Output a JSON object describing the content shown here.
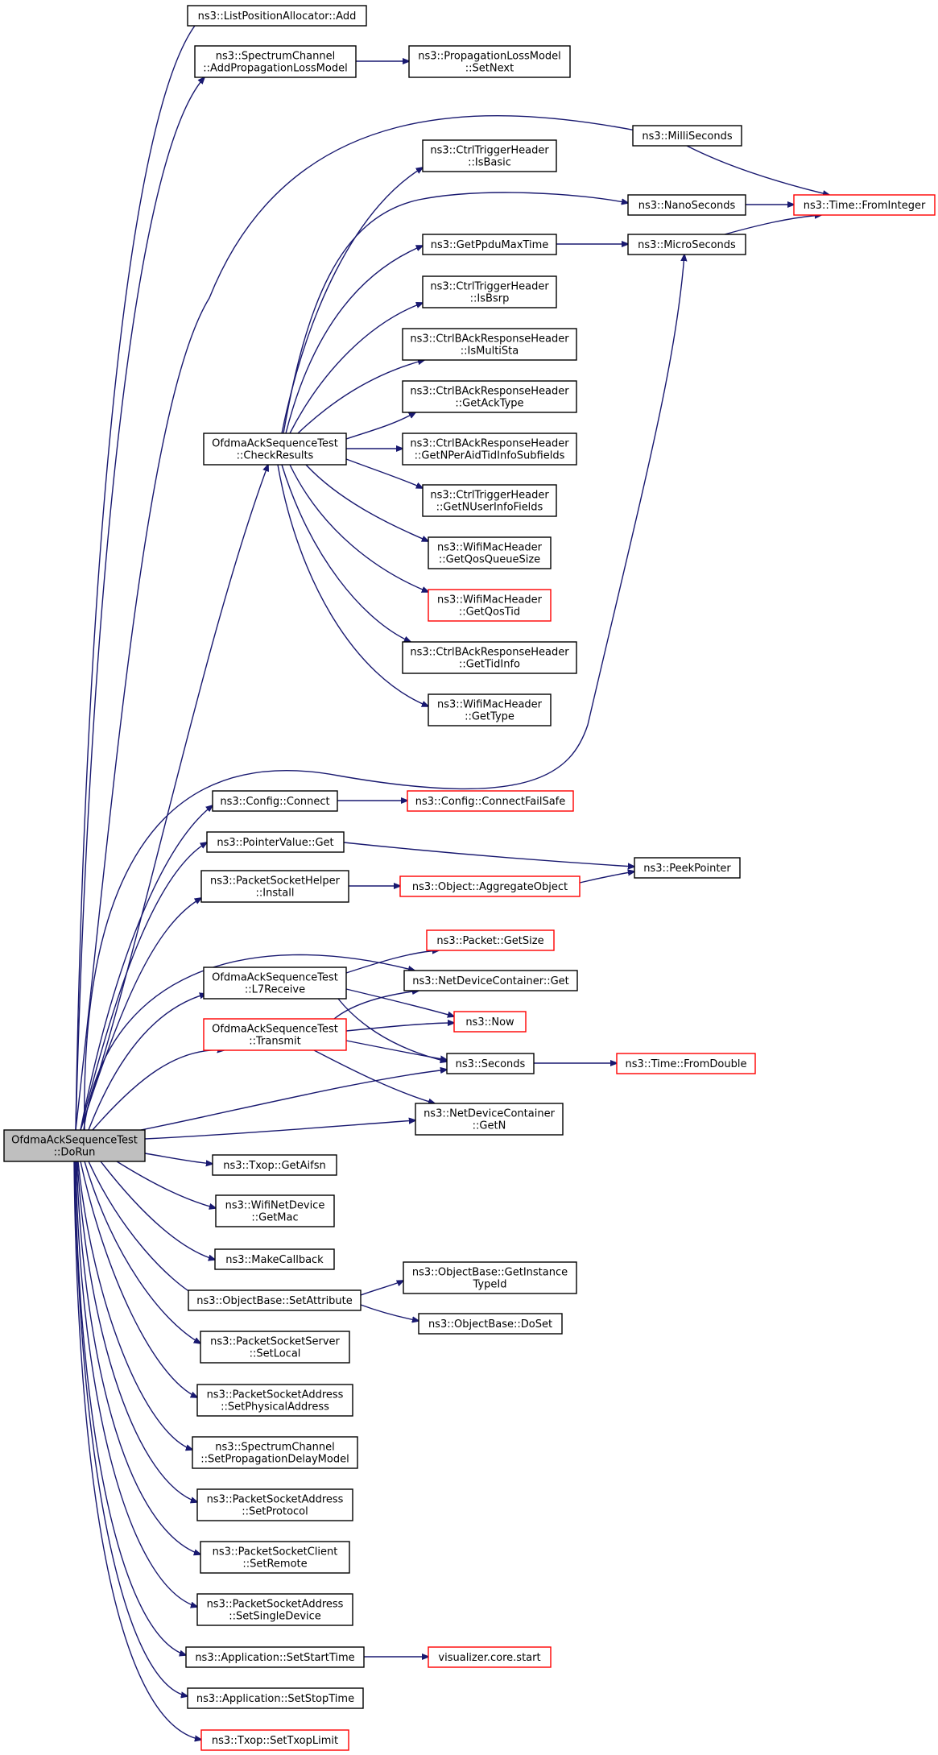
{
  "colors": {
    "edge": "#191970",
    "border": "#000000",
    "border_red": "#ff0000",
    "root_fill": "#bfbfbf",
    "node_fill": "#ffffff"
  },
  "nodes": [
    {
      "id": "root",
      "lines": [
        "OfdmaAckSequenceTest",
        "::DoRun"
      ],
      "style": "root"
    },
    {
      "id": "lpa",
      "lines": [
        "ns3::ListPositionAllocator::Add"
      ]
    },
    {
      "id": "scapl",
      "lines": [
        "ns3::SpectrumChannel",
        "::AddPropagationLossModel"
      ]
    },
    {
      "id": "plsn",
      "lines": [
        "ns3::PropagationLossModel",
        "::SetNext"
      ]
    },
    {
      "id": "milli",
      "lines": [
        "ns3::MilliSeconds"
      ]
    },
    {
      "id": "fromint",
      "lines": [
        "ns3::Time::FromInteger"
      ],
      "style": "red"
    },
    {
      "id": "isbasic",
      "lines": [
        "ns3::CtrlTriggerHeader",
        "::IsBasic"
      ]
    },
    {
      "id": "nano",
      "lines": [
        "ns3::NanoSeconds"
      ]
    },
    {
      "id": "ppdu",
      "lines": [
        "ns3::GetPpduMaxTime"
      ]
    },
    {
      "id": "micro",
      "lines": [
        "ns3::MicroSeconds"
      ]
    },
    {
      "id": "isbsrp",
      "lines": [
        "ns3::CtrlTriggerHeader",
        "::IsBsrp"
      ]
    },
    {
      "id": "ismulti",
      "lines": [
        "ns3::CtrlBAckResponseHeader",
        "::IsMultiSta"
      ]
    },
    {
      "id": "getack",
      "lines": [
        "ns3::CtrlBAckResponseHeader",
        "::GetAckType"
      ]
    },
    {
      "id": "check",
      "lines": [
        "OfdmaAckSequenceTest",
        "::CheckResults"
      ]
    },
    {
      "id": "nper",
      "lines": [
        "ns3::CtrlBAckResponseHeader",
        "::GetNPerAidTidInfoSubfields"
      ]
    },
    {
      "id": "nuser",
      "lines": [
        "ns3::CtrlTriggerHeader",
        "::GetNUserInfoFields"
      ]
    },
    {
      "id": "qsize",
      "lines": [
        "ns3::WifiMacHeader",
        "::GetQosQueueSize"
      ]
    },
    {
      "id": "qtid",
      "lines": [
        "ns3::WifiMacHeader",
        "::GetQosTid"
      ],
      "style": "red"
    },
    {
      "id": "tidinfo",
      "lines": [
        "ns3::CtrlBAckResponseHeader",
        "::GetTidInfo"
      ]
    },
    {
      "id": "gettype",
      "lines": [
        "ns3::WifiMacHeader",
        "::GetType"
      ]
    },
    {
      "id": "connect",
      "lines": [
        "ns3::Config::Connect"
      ]
    },
    {
      "id": "cfs",
      "lines": [
        "ns3::Config::ConnectFailSafe"
      ],
      "style": "red"
    },
    {
      "id": "pvget",
      "lines": [
        "ns3::PointerValue::Get"
      ]
    },
    {
      "id": "peek",
      "lines": [
        "ns3::PeekPointer"
      ]
    },
    {
      "id": "psh",
      "lines": [
        "ns3::PacketSocketHelper",
        "::Install"
      ]
    },
    {
      "id": "agg",
      "lines": [
        "ns3::Object::AggregateObject"
      ],
      "style": "red"
    },
    {
      "id": "psize",
      "lines": [
        "ns3::Packet::GetSize"
      ],
      "style": "red"
    },
    {
      "id": "l7",
      "lines": [
        "OfdmaAckSequenceTest",
        "::L7Receive"
      ]
    },
    {
      "id": "ndcget",
      "lines": [
        "ns3::NetDeviceContainer::Get"
      ]
    },
    {
      "id": "transmit",
      "lines": [
        "OfdmaAckSequenceTest",
        "::Transmit"
      ],
      "style": "red"
    },
    {
      "id": "now",
      "lines": [
        "ns3::Now"
      ],
      "style": "red"
    },
    {
      "id": "seconds",
      "lines": [
        "ns3::Seconds"
      ]
    },
    {
      "id": "fromdbl",
      "lines": [
        "ns3::Time::FromDouble"
      ],
      "style": "red"
    },
    {
      "id": "ndcn",
      "lines": [
        "ns3::NetDeviceContainer",
        "::GetN"
      ]
    },
    {
      "id": "aifsn",
      "lines": [
        "ns3::Txop::GetAifsn"
      ]
    },
    {
      "id": "getmac",
      "lines": [
        "ns3::WifiNetDevice",
        "::GetMac"
      ]
    },
    {
      "id": "mkcb",
      "lines": [
        "ns3::MakeCallback"
      ]
    },
    {
      "id": "setattr",
      "lines": [
        "ns3::ObjectBase::SetAttribute"
      ]
    },
    {
      "id": "getinst",
      "lines": [
        "ns3::ObjectBase::GetInstance",
        "TypeId"
      ]
    },
    {
      "id": "doset",
      "lines": [
        "ns3::ObjectBase::DoSet"
      ]
    },
    {
      "id": "pss",
      "lines": [
        "ns3::PacketSocketServer",
        "::SetLocal"
      ]
    },
    {
      "id": "psaphys",
      "lines": [
        "ns3::PacketSocketAddress",
        "::SetPhysicalAddress"
      ]
    },
    {
      "id": "scdelay",
      "lines": [
        "ns3::SpectrumChannel",
        "::SetPropagationDelayModel"
      ]
    },
    {
      "id": "psaproto",
      "lines": [
        "ns3::PacketSocketAddress",
        "::SetProtocol"
      ]
    },
    {
      "id": "pscremote",
      "lines": [
        "ns3::PacketSocketClient",
        "::SetRemote"
      ]
    },
    {
      "id": "psasingle",
      "lines": [
        "ns3::PacketSocketAddress",
        "::SetSingleDevice"
      ]
    },
    {
      "id": "start",
      "lines": [
        "ns3::Application::SetStartTime"
      ]
    },
    {
      "id": "vis",
      "lines": [
        "visualizer.core.start"
      ],
      "style": "red"
    },
    {
      "id": "stop",
      "lines": [
        "ns3::Application::SetStopTime"
      ]
    },
    {
      "id": "txop",
      "lines": [
        "ns3::Txop::SetTxopLimit"
      ],
      "style": "red"
    }
  ]
}
